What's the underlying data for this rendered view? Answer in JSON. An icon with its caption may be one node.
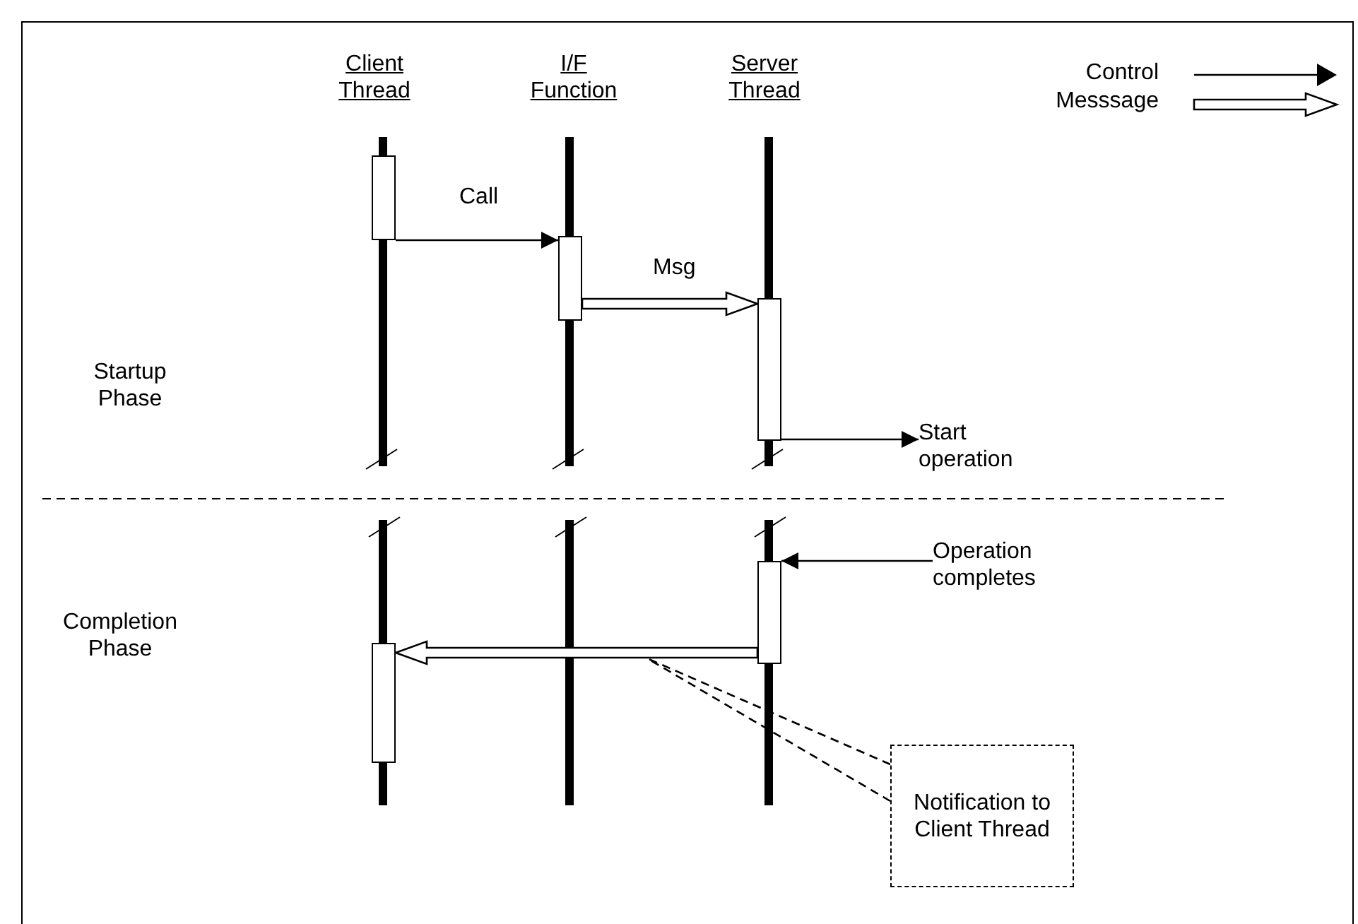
{
  "diagram": {
    "nodes": [
      {
        "text": [
          "Client Thread"
        ]
      },
      {
        "text": [
          "I/F Function"
        ]
      },
      {
        "text": [
          "Server Thread"
        ]
      },
      {
        "text": [],
        "shape": "bar"
      },
      {
        "text": [],
        "shape": "bar"
      },
      {
        "text": [],
        "shape": "bar"
      },
      {
        "text": [
          "Start operation"
        ]
      },
      {
        "text": [
          "Operation completes"
        ]
      },
      {
        "text": [],
        "shape": "bar"
      },
      {
        "text": [],
        "shape": "bar"
      },
      {
        "text": [
          "Notification to Client Thread"
        ]
      }
    ],
    "edges": [
      {
        "from": 3,
        "to": 4,
        "arrow": "to",
        "label": "Call"
      },
      {
        "from": 4,
        "to": 5,
        "arrow": "to",
        "label": "Msg",
        "style": "thick"
      },
      {
        "from": 5,
        "to": 6,
        "arrow": "to"
      },
      {
        "from": 7,
        "to": 8,
        "arrow": "to"
      },
      {
        "from": 8,
        "to": 9,
        "arrow": "to",
        "style": "thick"
      },
      {
        "from": 10,
        "to": null,
        "arrow": "none",
        "style": "dashed"
      },
      {
        "from": 10,
        "to": null,
        "arrow": "none",
        "style": "dashed"
      }
    ],
    "labels": [
      "Startup Phase",
      "Completion Phase"
    ],
    "legend": [
      {
        "text": "Control"
      },
      {
        "text": "Messsage"
      }
    ]
  }
}
